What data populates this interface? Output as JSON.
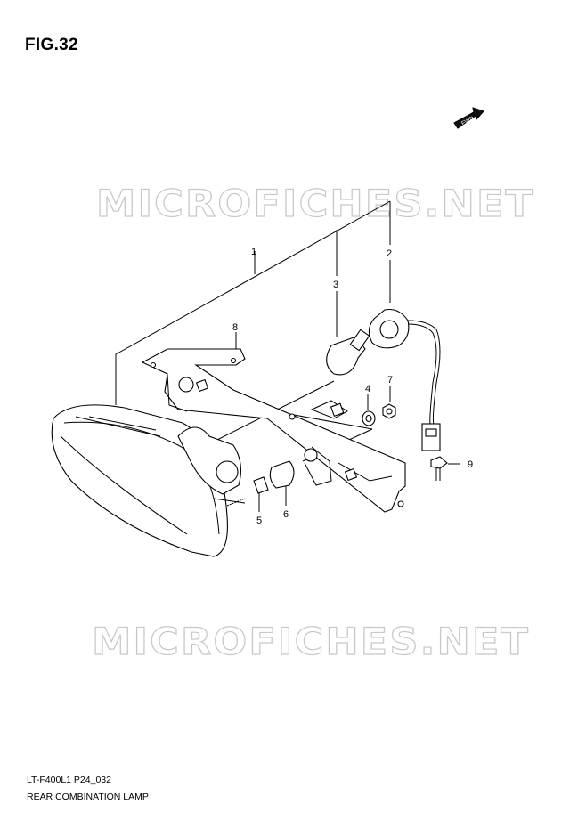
{
  "figure": {
    "title": "FIG.32",
    "model_code": "LT-F400L1 P24_032",
    "name": "REAR COMBINATION LAMP",
    "direction_label": "FWD"
  },
  "watermarks": [
    "MICROFICHES.NET",
    "MICROFICHES.NET"
  ],
  "callouts": [
    "1",
    "2",
    "3",
    "4",
    "5",
    "6",
    "7",
    "8",
    "9"
  ],
  "icons": {
    "direction": "fwd-arrow-icon"
  }
}
